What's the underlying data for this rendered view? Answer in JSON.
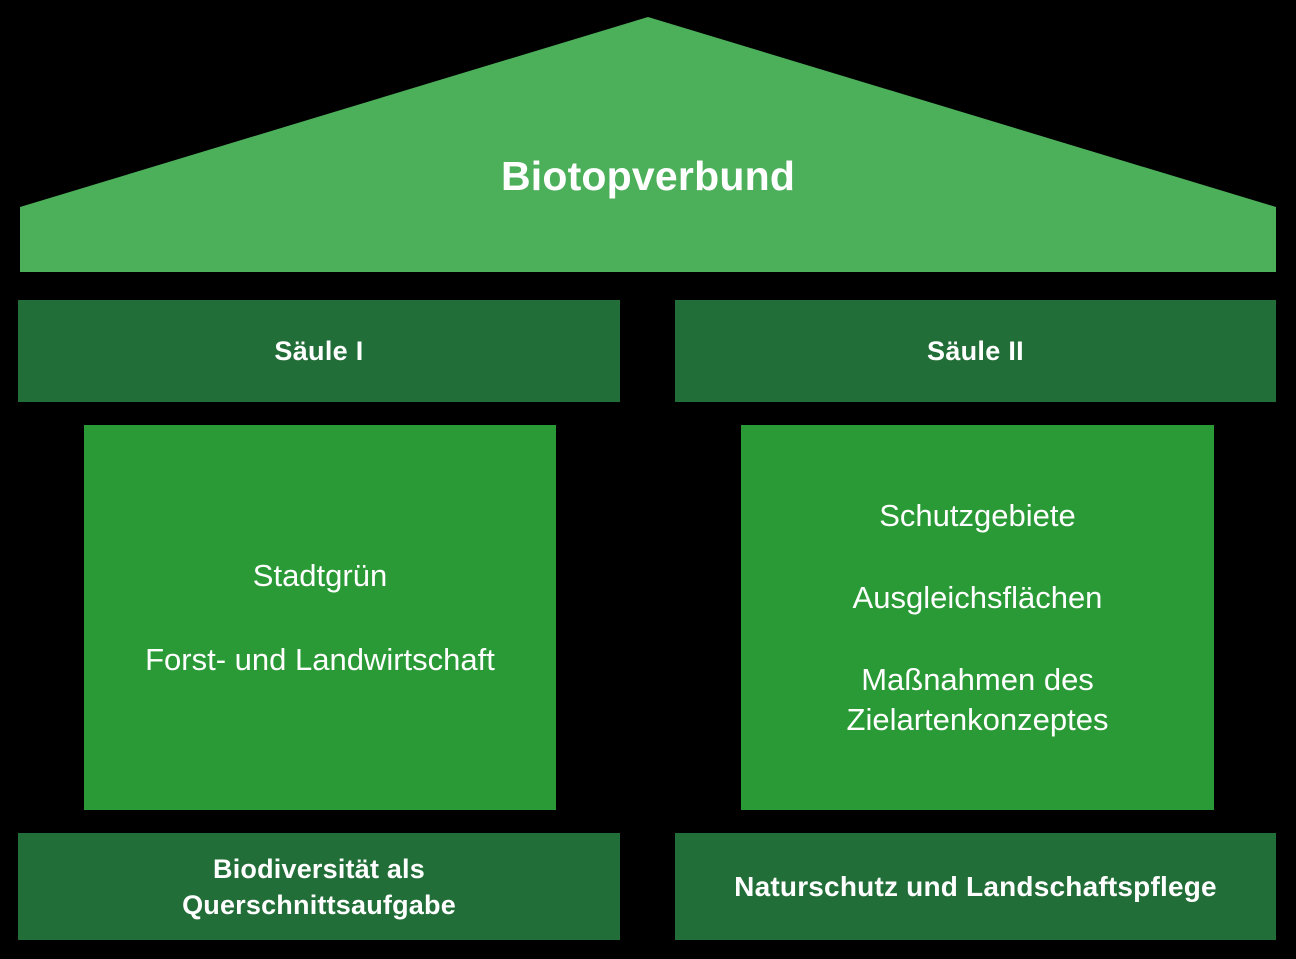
{
  "diagram": {
    "roof": {
      "title": "Biotopverbund",
      "fill": "#4CAF5A"
    },
    "columns": [
      {
        "header": "Säule I",
        "header_fill": "#226E38",
        "body_fill": "#2A9A36",
        "body_lines": [
          "Stadtgrün",
          "Forst- und Landwirtschaft"
        ],
        "footer": "Biodiversität als\nQuerschnittsaufgabe",
        "footer_fill": "#226E38"
      },
      {
        "header": "Säule II",
        "header_fill": "#226E38",
        "body_fill": "#2A9A36",
        "body_lines": [
          "Schutzgebiete",
          "Ausgleichsflächen",
          "Maßnahmen des\nZielartenkonzeptes"
        ],
        "footer": "Naturschutz und Landschaftspflege",
        "footer_fill": "#226E38"
      }
    ],
    "background": "#000000",
    "text_color": "#ffffff"
  }
}
